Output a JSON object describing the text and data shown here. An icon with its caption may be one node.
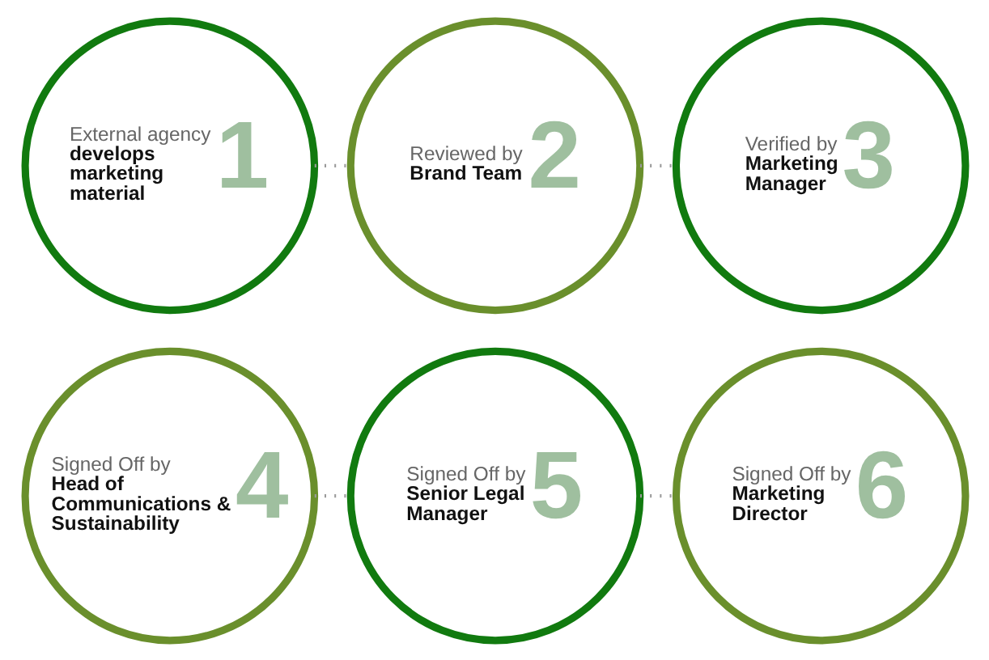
{
  "diagram": {
    "nodes": [
      {
        "text": [
          "External agency",
          "develops marketing material",
          "1"
        ]
      },
      {
        "text": [
          "Reviewed by",
          "Brand Team",
          "2"
        ]
      },
      {
        "text": [
          "Verified by",
          "Marketing Manager",
          "3"
        ]
      },
      {
        "text": [
          "Signed Off by",
          "Head of Communications & Sustainability",
          "4"
        ]
      },
      {
        "text": [
          "Signed Off by",
          "Senior Legal Manager",
          "5"
        ]
      },
      {
        "text": [
          "Signed Off by",
          "Marketing Director",
          "6"
        ]
      }
    ],
    "edges": [
      {
        "from": 0,
        "to": 1,
        "arrow": "none"
      },
      {
        "from": 1,
        "to": 2,
        "arrow": "none"
      },
      {
        "from": 3,
        "to": 4,
        "arrow": "none"
      },
      {
        "from": 4,
        "to": 5,
        "arrow": "none"
      }
    ]
  }
}
